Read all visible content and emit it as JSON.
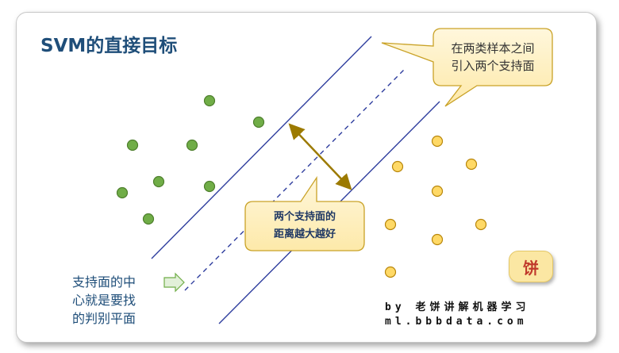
{
  "title": "SVM的直接目标",
  "callout_top": {
    "line1": "在两类样本之间",
    "line2": "引入两个支持面"
  },
  "callout_mid": {
    "line1": "两个支持面的",
    "line2": "距离越大越好"
  },
  "left_note": {
    "line1": "支持面的中",
    "line2": "心就是要找",
    "line3": "的判别平面"
  },
  "credit": {
    "line1": "by 老饼讲解机器学习",
    "line2": "ml.bbbdata.com"
  },
  "logo_text": "饼",
  "colors": {
    "title": "#1f4e79",
    "green_points": "#70ad47",
    "yellow_points": "#ffd966",
    "lines": "#2f3e9e",
    "arrow": "#9c7a00",
    "callout_fill": "#fff2cc",
    "callout_border": "#c9a227"
  }
}
